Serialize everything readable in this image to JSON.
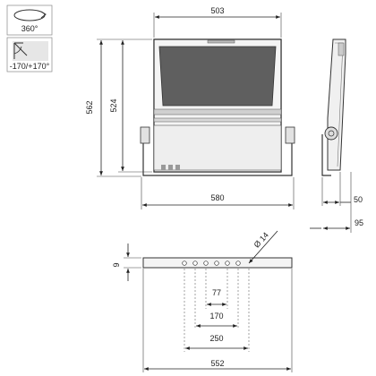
{
  "icons": {
    "rotation": {
      "icon": "rotation-360-icon",
      "label": "360°"
    },
    "tilt": {
      "icon": "tilt-angle-icon",
      "label": "-170/+170°"
    }
  },
  "front_view": {
    "width_top": "503",
    "height_total": "562",
    "height_body": "524",
    "width_bracket": "580"
  },
  "side_view": {
    "depth_a": "50",
    "depth_b": "95"
  },
  "mounting_view": {
    "thickness": "9",
    "hole_diameter": "Ø 14",
    "spacing_a": "77",
    "spacing_b": "170",
    "spacing_c": "250",
    "total_length": "552"
  }
}
